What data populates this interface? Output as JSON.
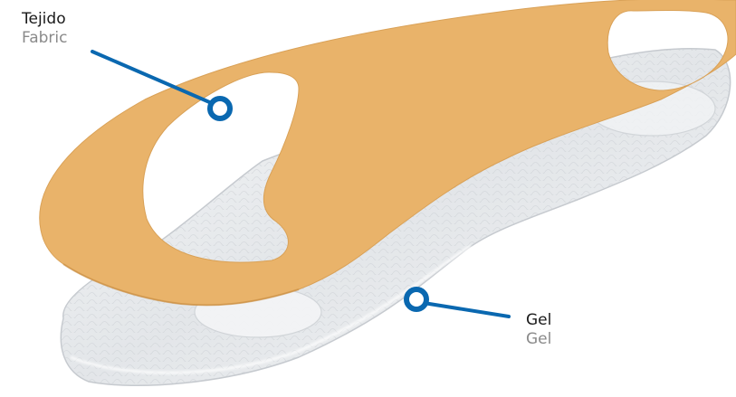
{
  "labels": {
    "fabric": {
      "primary": "Tejido",
      "secondary": "Fabric"
    },
    "gel": {
      "primary": "Gel",
      "secondary": "Gel"
    }
  },
  "colors": {
    "fabric": "#e9b36a",
    "gel": "#eceff1",
    "callout": "#0a68b0"
  }
}
